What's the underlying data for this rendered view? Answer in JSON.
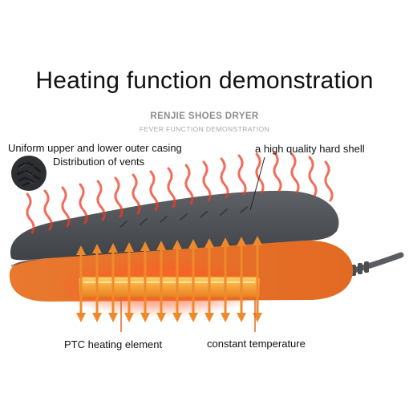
{
  "title": "Heating function demonstration",
  "brand": {
    "name": "RENJIE SHOES DRYER",
    "subtitle": "FEVER FUNCTION DEMONSTRATION"
  },
  "labels": {
    "casing": "Uniform upper and lower outer casing",
    "vents": "Distribution of vents",
    "shell": "a high quality hard shell",
    "ptc": "PTC heating element",
    "temperature": "constant temperature"
  },
  "colors": {
    "shell": "#505358",
    "accent_orange": "#e9792f",
    "heat_red": "#ef3b24",
    "arrow_orange": "#ef8a2c",
    "heater_yellow": "#f7c04a"
  },
  "icons": [
    "vent-pattern-icon",
    "heat-wave-icon",
    "up-down-arrow-icon"
  ]
}
